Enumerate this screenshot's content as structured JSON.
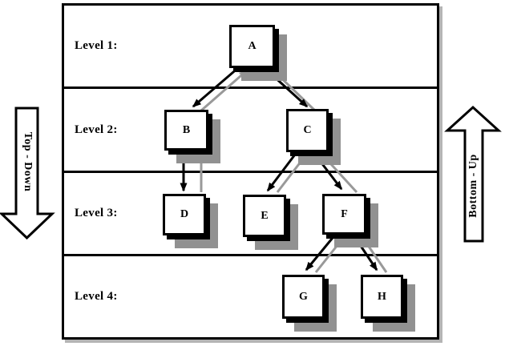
{
  "diagram": {
    "levels": [
      {
        "label": "Level 1:"
      },
      {
        "label": "Level 2:"
      },
      {
        "label": "Level 3:"
      },
      {
        "label": "Level 4:"
      }
    ],
    "nodes": [
      {
        "id": "A",
        "label": "A",
        "level": 1
      },
      {
        "id": "B",
        "label": "B",
        "level": 2
      },
      {
        "id": "C",
        "label": "C",
        "level": 2
      },
      {
        "id": "D",
        "label": "D",
        "level": 3
      },
      {
        "id": "E",
        "label": "E",
        "level": 3
      },
      {
        "id": "F",
        "label": "F",
        "level": 3
      },
      {
        "id": "G",
        "label": "G",
        "level": 4
      },
      {
        "id": "H",
        "label": "H",
        "level": 4
      }
    ],
    "edges": [
      {
        "from": "A",
        "to": "B"
      },
      {
        "from": "A",
        "to": "C"
      },
      {
        "from": "B",
        "to": "D"
      },
      {
        "from": "C",
        "to": "E"
      },
      {
        "from": "C",
        "to": "F"
      },
      {
        "from": "F",
        "to": "G"
      },
      {
        "from": "F",
        "to": "H"
      }
    ],
    "traversal_arrows": {
      "left": {
        "label": "Top - Down",
        "direction": "down"
      },
      "right": {
        "label": "Bottom - Up",
        "direction": "up"
      }
    },
    "colors": {
      "black": "#000000",
      "gray_line": "#999999",
      "shadow_gray": "#919191",
      "box_shadow": "#b4b4b4",
      "node_fill": "#ffffff",
      "background": "#ffffff"
    }
  }
}
